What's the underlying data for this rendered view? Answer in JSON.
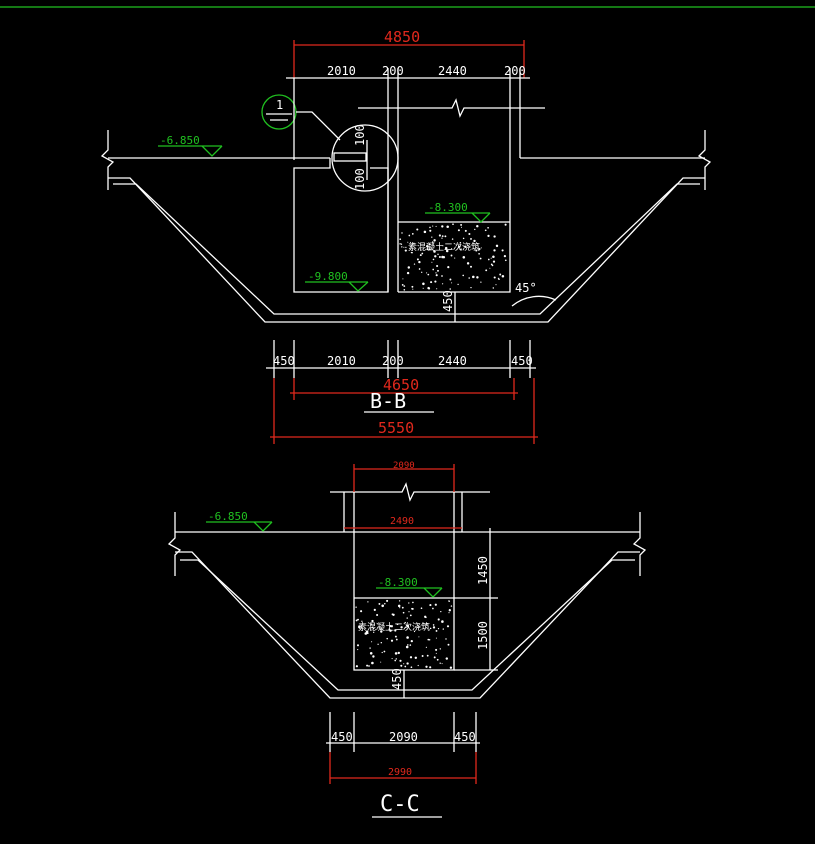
{
  "colors": {
    "background": "#000000",
    "geometry": "#ffffff",
    "dimension": "#e0281c",
    "annotation": "#20c020"
  },
  "section_bb": {
    "title": "B-B",
    "overall_top": "4850",
    "top_dims": [
      "2010",
      "200",
      "2440",
      "200"
    ],
    "bottom_dims": [
      "450",
      "2010",
      "200",
      "2440",
      "450"
    ],
    "overall_inner": "4650",
    "overall_bottom": "5550",
    "detail_ref": "1",
    "detail_dims": [
      "100",
      "100"
    ],
    "level_ground": "-6.850",
    "level_fill": "-8.300",
    "level_bottom": "-9.800",
    "slab_dim": "450",
    "angle": "45°",
    "fill_label": "素混凝土二次浇筑"
  },
  "section_cc": {
    "title": "C-C",
    "top_dim": "2090",
    "inner_dim": "2490",
    "bottom_dims": [
      "450",
      "2090",
      "450"
    ],
    "overall_bottom": "2990",
    "right_dims": [
      "1450",
      "1500"
    ],
    "level_ground": "-6.850",
    "level_fill": "-8.300",
    "slab_dim": "450",
    "fill_label": "素混凝土二次浇筑"
  }
}
